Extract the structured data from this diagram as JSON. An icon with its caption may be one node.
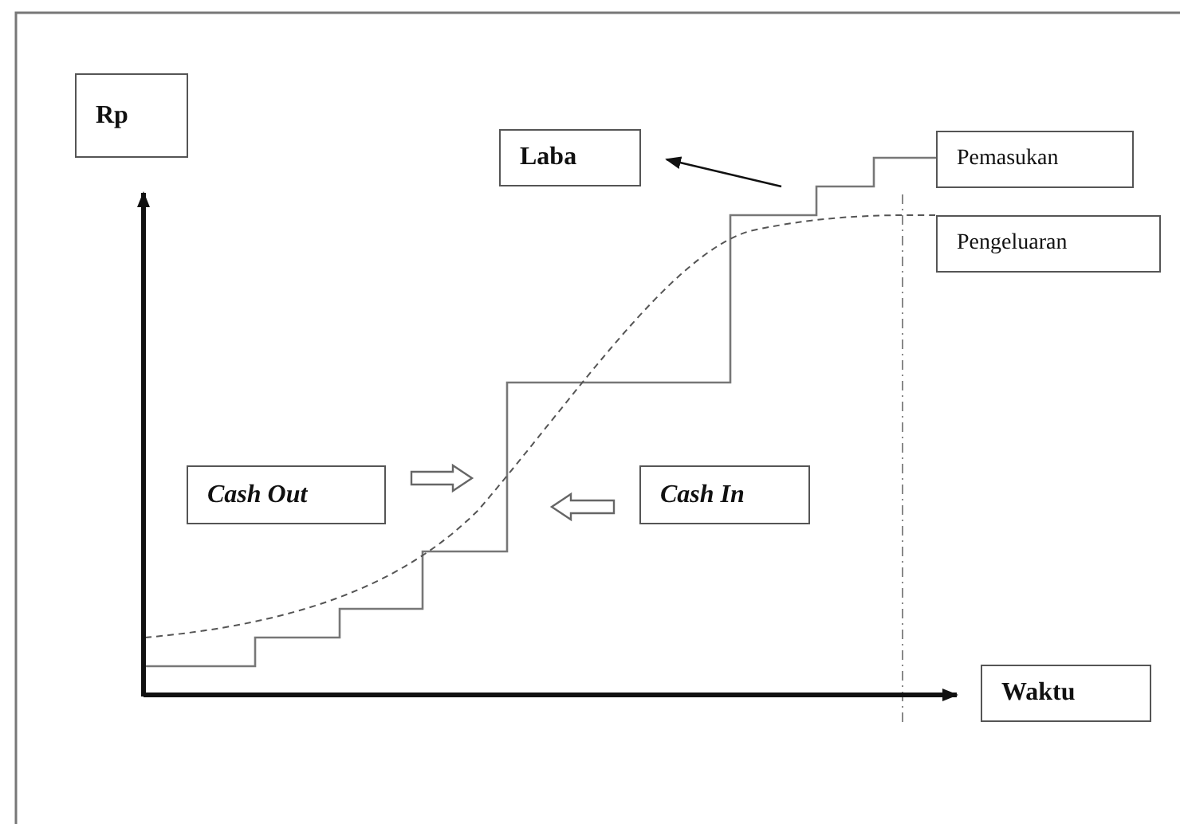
{
  "diagram": {
    "nodes": [
      {
        "text": [
          "Rp"
        ]
      },
      {
        "text": [
          "Laba"
        ]
      },
      {
        "text": [
          "Pemasukan"
        ]
      },
      {
        "text": [
          "Pengeluaran"
        ]
      },
      {
        "text": [
          "Cash Out"
        ]
      },
      {
        "text": [
          "Cash In"
        ]
      },
      {
        "text": [
          "Waktu"
        ]
      }
    ],
    "edges": [
      {
        "from": null,
        "to": 1,
        "arrow": "to"
      },
      {
        "from": 4,
        "to": null,
        "arrow": "to"
      },
      {
        "from": 5,
        "to": null,
        "arrow": "to"
      },
      {
        "from": null,
        "to": 0,
        "arrow": "to",
        "style": "thick"
      },
      {
        "from": null,
        "to": 6,
        "arrow": "to",
        "style": "thick"
      },
      {
        "from": null,
        "to": 2,
        "arrow": "none",
        "color": "#777777"
      },
      {
        "from": null,
        "to": 3,
        "arrow": "none",
        "style": "dashed"
      }
    ]
  }
}
